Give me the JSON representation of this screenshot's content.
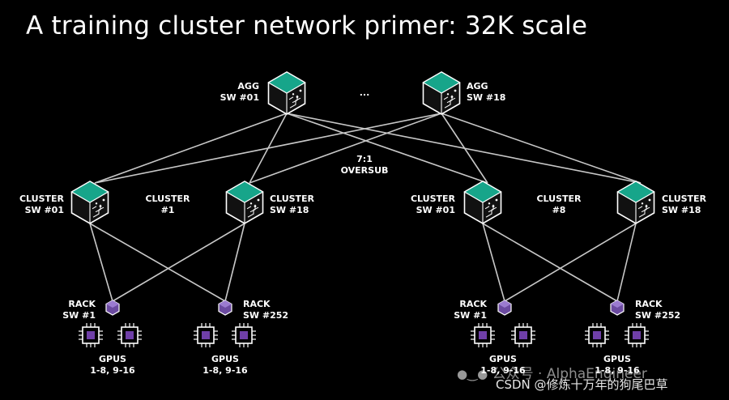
{
  "title": "A training cluster network primer: 32K scale",
  "colors": {
    "hex_top": "#17a58a",
    "hex_side": "#111111",
    "line": "#c8c8c8",
    "rack_chip": "#6b4aa0",
    "gpu_chip": "#6f3fa8"
  },
  "agg": [
    {
      "line1": "AGG",
      "line2": "SW #01"
    },
    {
      "line1": "AGG",
      "line2": "SW #18"
    }
  ],
  "agg_ellipsis": "...",
  "oversub": {
    "line1": "7:1",
    "line2": "OVERSUB"
  },
  "clusters": [
    {
      "left": {
        "line1": "CLUSTER",
        "line2": "SW #01"
      },
      "center": {
        "line1": "CLUSTER",
        "line2": "#1"
      },
      "right": {
        "line1": "CLUSTER",
        "line2": "SW #18"
      },
      "racks": [
        {
          "line1": "RACK",
          "line2": "SW #1",
          "gpus_line1": "GPUS",
          "gpus_line2": "1-8, 9-16"
        },
        {
          "line1": "RACK",
          "line2": "SW #252",
          "gpus_line1": "GPUS",
          "gpus_line2": "1-8, 9-16"
        }
      ]
    },
    {
      "left": {
        "line1": "CLUSTER",
        "line2": "SW #01"
      },
      "center": {
        "line1": "CLUSTER",
        "line2": "#8"
      },
      "right": {
        "line1": "CLUSTER",
        "line2": "SW #18"
      },
      "racks": [
        {
          "line1": "RACK",
          "line2": "SW #1",
          "gpus_line1": "GPUS",
          "gpus_line2": "1-8, 9-16"
        },
        {
          "line1": "RACK",
          "line2": "SW #252",
          "gpus_line1": "GPUS",
          "gpus_line2": "1-8, 9-16"
        }
      ]
    }
  ],
  "watermark": {
    "wechat": "公众号 · AlphaEngineer",
    "csdn": "CSDN @修炼十万年的狗尾巴草"
  }
}
